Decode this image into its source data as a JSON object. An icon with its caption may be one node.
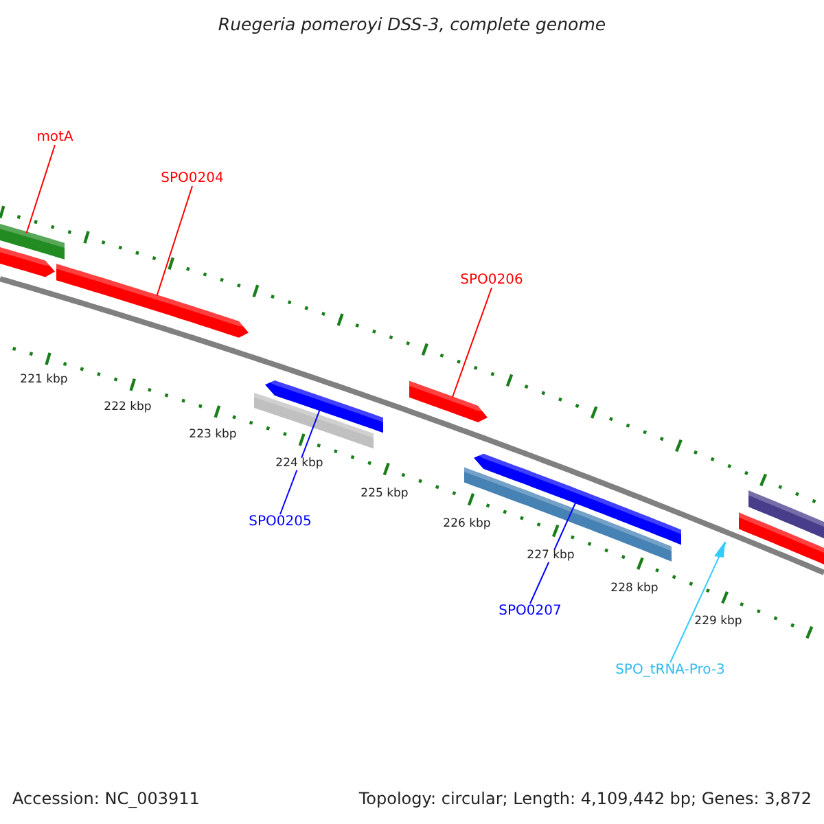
{
  "diagram": {
    "title": "Ruegeria pomeroyi DSS-3, complete genome",
    "nodes": [
      {
        "text": [
          "motA"
        ]
      },
      {
        "text": [
          "SPO0204"
        ]
      },
      {
        "text": [
          "SPO0206"
        ]
      },
      {
        "text": [
          "SPO0205"
        ]
      },
      {
        "text": [
          "SPO0207"
        ]
      },
      {
        "text": [
          "SPO_tRNA-Pro-3"
        ]
      },
      {
        "text": [],
        "shape": "bar"
      },
      {
        "text": [],
        "shape": "bar"
      },
      {
        "text": [],
        "shape": "bar"
      },
      {
        "text": [],
        "shape": "bar"
      },
      {
        "text": [],
        "shape": "bar"
      },
      {
        "text": [],
        "shape": "bar"
      },
      {
        "text": [],
        "shape": "bar"
      },
      {
        "text": [],
        "shape": "bar"
      },
      {
        "text": [],
        "shape": "triangle"
      },
      {
        "text": [],
        "shape": "bar"
      },
      {
        "text": [],
        "shape": "bar"
      }
    ],
    "edges": [
      {
        "from": 0,
        "to": 6,
        "arrow": "none"
      },
      {
        "from": 1,
        "to": 8,
        "arrow": "none"
      },
      {
        "from": 2,
        "to": 11,
        "arrow": "none"
      },
      {
        "from": 3,
        "to": 10,
        "arrow": "none",
        "color": "#0000ff"
      },
      {
        "from": 4,
        "to": 13,
        "arrow": "none",
        "color": "#0000ff"
      },
      {
        "from": 5,
        "to": 14,
        "arrow": "none",
        "color": "#33ccff"
      }
    ],
    "labels": [
      "221 kbp",
      "222 kbp",
      "223 kbp",
      "224 kbp",
      "225 kbp",
      "226 kbp",
      "227 kbp",
      "228 kbp",
      "229 kbp",
      "Accession: NC_003911",
      "Topology: circular; Length: 4,109,442 bp; Genes: 3,872"
    ]
  }
}
